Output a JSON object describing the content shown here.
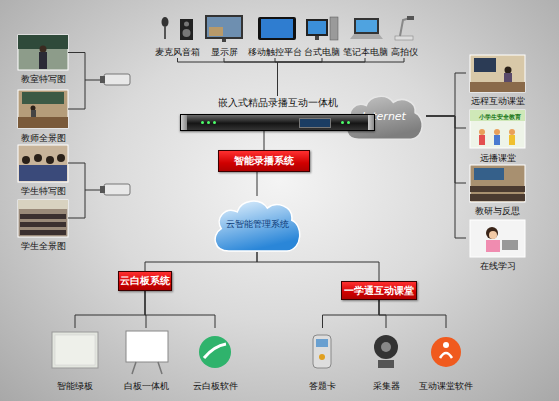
{
  "diagram": {
    "nodes": [
      {
        "text": [
          "麦克风音箱"
        ]
      },
      {
        "text": [
          "显示屏"
        ]
      },
      {
        "text": [
          "移动触控平台"
        ]
      },
      {
        "text": [
          "台式电脑"
        ]
      },
      {
        "text": [
          "笔记本电脑"
        ]
      },
      {
        "text": [
          "高拍仪"
        ]
      },
      {
        "text": [
          "教室特写图"
        ]
      },
      {
        "text": [
          "教师全景图"
        ]
      },
      {
        "text": [
          "学生特写图"
        ]
      },
      {
        "text": [
          "学生全景图"
        ]
      },
      {
        "text": [
          "嵌入式精品录播互动一体机"
        ]
      },
      {
        "text": [
          "Internet"
        ]
      },
      {
        "text": [
          "远程互动课堂"
        ]
      },
      {
        "text": [
          "远播课堂"
        ]
      },
      {
        "text": [
          "教研与反思"
        ]
      },
      {
        "text": [
          "在线学习"
        ]
      },
      {
        "text": [
          "智能录播系统"
        ]
      },
      {
        "text": [
          "云智能管理系统"
        ]
      },
      {
        "text": [
          "云白板系统"
        ]
      },
      {
        "text": [
          "一学通互动课堂"
        ]
      },
      {
        "text": [
          "智能绿板"
        ]
      },
      {
        "text": [
          "白板一体机"
        ]
      },
      {
        "text": [
          "云白板软件"
        ]
      },
      {
        "text": [
          "答题卡"
        ]
      },
      {
        "text": [
          "采集器"
        ]
      },
      {
        "text": [
          "互动课堂软件"
        ]
      }
    ],
    "edges": [
      {
        "from": 0,
        "to": 10,
        "arrow": "none"
      },
      {
        "from": 1,
        "to": 10,
        "arrow": "none"
      },
      {
        "from": 2,
        "to": 10,
        "arrow": "none"
      },
      {
        "from": 3,
        "to": 10,
        "arrow": "none"
      },
      {
        "from": 4,
        "to": 10,
        "arrow": "none"
      },
      {
        "from": 5,
        "to": 10,
        "arrow": "none"
      },
      {
        "from": 10,
        "to": 16,
        "arrow": "none"
      },
      {
        "from": 16,
        "to": 17,
        "arrow": "none"
      },
      {
        "from": 17,
        "to": 18,
        "arrow": "none"
      },
      {
        "from": 17,
        "to": 19,
        "arrow": "none"
      },
      {
        "from": 18,
        "to": 20,
        "arrow": "none"
      },
      {
        "from": 18,
        "to": 21,
        "arrow": "none"
      },
      {
        "from": 18,
        "to": 22,
        "arrow": "none"
      },
      {
        "from": 19,
        "to": 23,
        "arrow": "none"
      },
      {
        "from": 19,
        "to": 24,
        "arrow": "none"
      },
      {
        "from": 19,
        "to": 25,
        "arrow": "none"
      },
      {
        "from": 11,
        "to": 12,
        "arrow": "none"
      },
      {
        "from": 11,
        "to": 13,
        "arrow": "none"
      },
      {
        "from": 11,
        "to": 14,
        "arrow": "none"
      },
      {
        "from": 11,
        "to": 15,
        "arrow": "none"
      }
    ],
    "labels": [
      "小学生安全教育"
    ]
  }
}
